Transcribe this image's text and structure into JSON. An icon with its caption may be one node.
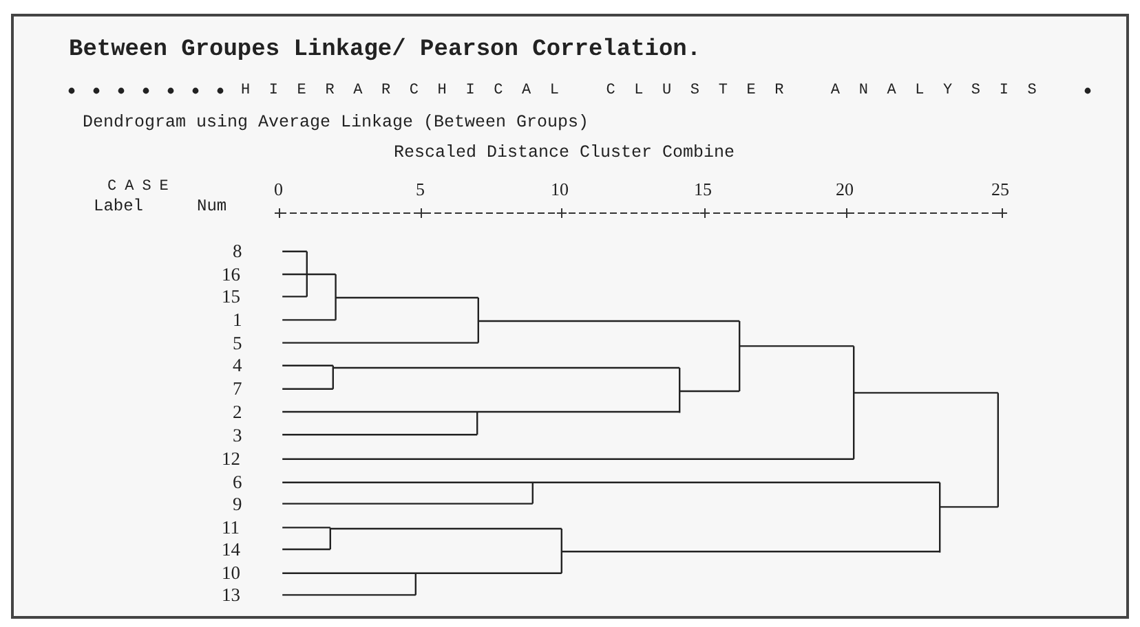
{
  "diagram": {
    "title": "Between Groupes Linkage/ Pearson Correlation.",
    "labels": [
      "HIERARCHICAL CLUSTER ANALYSIS",
      "Dendrogram using Average Linkage (Between Groups)",
      "Rescaled Distance Cluster Combine",
      "CASE",
      "0",
      "5",
      "10",
      "15",
      "20",
      "25",
      "Label",
      "Num",
      "8",
      "16",
      "15",
      "1",
      "5",
      "4",
      "7",
      "2",
      "3",
      "12",
      "6",
      "9",
      "11",
      "14",
      "10",
      "13"
    ]
  }
}
